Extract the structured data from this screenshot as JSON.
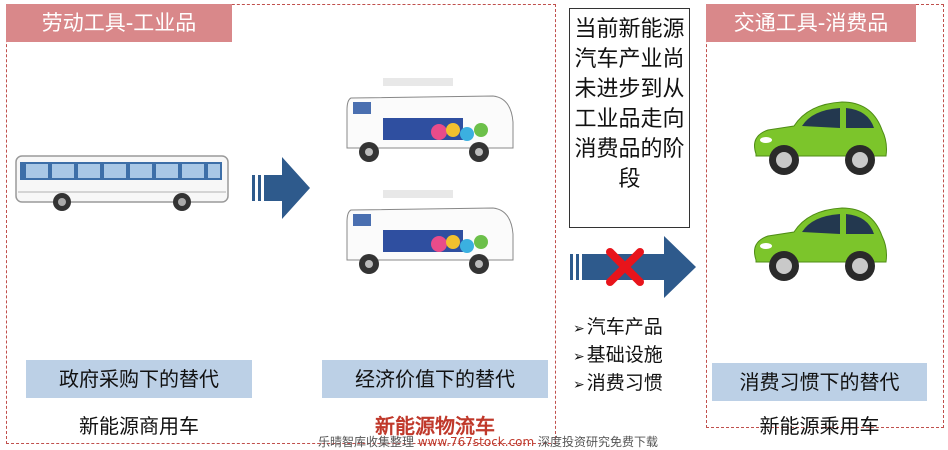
{
  "left_panel": {
    "header": "劳动工具-工业品",
    "label": "政府采购下的替代",
    "caption": "新能源商用车"
  },
  "middle_panel": {
    "label": "经济价值下的替代",
    "caption": "新能源物流车"
  },
  "note": "当前新能源汽车产业尚未进步到从工业品走向消费品的阶段",
  "barriers": [
    "汽车产品",
    "基础设施",
    "消费习惯"
  ],
  "right_panel": {
    "header": "交通工具-消费品",
    "label": "消费习惯下的替代",
    "caption": "新能源乘用车"
  },
  "watermark": {
    "prefix": "乐晴智库收集整理",
    "url": "www.767stock.com",
    "suffix": "深度投资研究免费下载"
  },
  "colors": {
    "header_bg": "#d9888a",
    "label_bg": "#bcd0e6",
    "arrow": "#2e5a8c",
    "cross": "#e8141b",
    "car": "#7cc52b",
    "dashed_border": "#c0504d"
  }
}
